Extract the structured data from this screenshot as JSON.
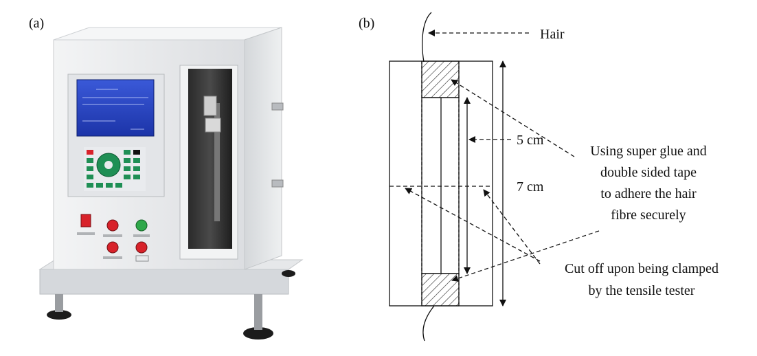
{
  "panel_a": {
    "label": "(a)"
  },
  "panel_b": {
    "label": "(b)",
    "hair_label": "Hair",
    "inner_length": "5 cm",
    "outer_length": "7 cm",
    "glue_note": [
      "Using super glue and",
      "double sided tape",
      "to adhere the hair",
      "fibre securely"
    ],
    "cut_note": [
      "Cut off upon being clamped",
      "by the tensile tester"
    ]
  },
  "colors": {
    "machine_body": "#e9eaec",
    "base_plate": "#d7dade",
    "screen": "#2b47c8",
    "keypad": "#1f8f55",
    "button_red": "#d8222a",
    "button_green": "#2fa84a",
    "foot": "#2a2a2a"
  }
}
